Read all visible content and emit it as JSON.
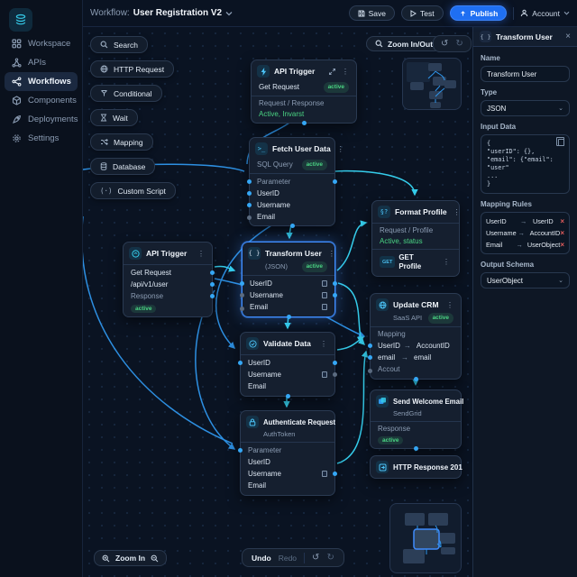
{
  "topbar": {
    "workflow_label": "Workflow:",
    "workflow_name": "User Registration V2",
    "save": "Save",
    "test": "Test",
    "publish": "Publish",
    "account": "Account"
  },
  "sidebar": {
    "items": [
      {
        "label": "Workspace"
      },
      {
        "label": "APIs"
      },
      {
        "label": "Workflows"
      },
      {
        "label": "Components"
      },
      {
        "label": "Deployments"
      },
      {
        "label": "Settings"
      }
    ]
  },
  "palette": {
    "items": [
      {
        "label": "Search"
      },
      {
        "label": "HTTP Request"
      },
      {
        "label": "Conditional"
      },
      {
        "label": "Wait"
      },
      {
        "label": "Mapping"
      },
      {
        "label": "Database"
      },
      {
        "label": "Custom Script"
      }
    ]
  },
  "canvas": {
    "controls": {
      "zoom_in_out": "Zoom In/Out",
      "zoom_in": "Zoom In",
      "undo": "Undo",
      "redo": "Redo"
    },
    "nodes": {
      "api_trigger_top": {
        "title": "API Trigger",
        "row1": "Get Request",
        "status": "active",
        "line1": "Request / Response",
        "line2": "Active, Invarst"
      },
      "fetch_user_data": {
        "title": "Fetch User Data",
        "subtitle": "SQL Query",
        "status": "active",
        "rows": [
          "Parameter",
          "UserID",
          "Username",
          "Email"
        ]
      },
      "format_profile": {
        "title": "Format Profile",
        "line1": "Request / Profile",
        "line2": "Active, status",
        "method_badge": "GET",
        "sub_title": "GET Profile"
      },
      "api_trigger_left": {
        "title": "API Trigger",
        "line1": "Get Request",
        "line2": "/api/v1/user",
        "line3": "Response",
        "status": "active"
      },
      "transform_user": {
        "title": "Transform User",
        "subtitle": "(JSON)",
        "status": "active",
        "rows": [
          "UserID",
          "Username",
          "Email"
        ]
      },
      "update_crm": {
        "title": "Update CRM",
        "subtitle": "SaaS API",
        "status": "active",
        "section": "Mapping",
        "map1_from": "UserID",
        "map1_to": "AccountID",
        "map2_from": "email",
        "map2_to": "email",
        "extra": "Accout"
      },
      "validate_data": {
        "title": "Validate Data",
        "rows": [
          "UserID",
          "Username",
          "Email"
        ]
      },
      "send_welcome_email": {
        "title": "Send Welcome Email",
        "subtitle": "SendGrid",
        "line1": "Response",
        "status": "active"
      },
      "authenticate_request": {
        "title": "Authenticate Request",
        "subtitle": "AuthToken",
        "rows": [
          "Parameter",
          "UserID",
          "Username",
          "Email"
        ]
      },
      "http_response": {
        "title": "HTTP Response 201"
      }
    }
  },
  "inspector": {
    "title": "Transform User",
    "name_label": "Name",
    "name_value": "Transform User",
    "type_label": "Type",
    "type_value": "JSON",
    "input_label": "Input Data",
    "input_code": [
      "{",
      "  \"userID\": {},",
      "  \"email\": {\"email\": \"user\"",
      "  ...",
      "}"
    ],
    "mapping_label": "Mapping Rules",
    "mappings": [
      {
        "from": "UserID",
        "to": "UserID"
      },
      {
        "from": "Username",
        "to": "AccountID"
      },
      {
        "from": "Email",
        "to": "UserObject"
      }
    ],
    "output_label": "Output Schema",
    "output_value": "UserObject"
  },
  "colors": {
    "accent_blue": "#1f6ff2",
    "edge_blue": "#2f96ec",
    "edge_cyan": "#35cdeb",
    "status_green": "#4ad483",
    "error_red": "#e25c5c"
  }
}
